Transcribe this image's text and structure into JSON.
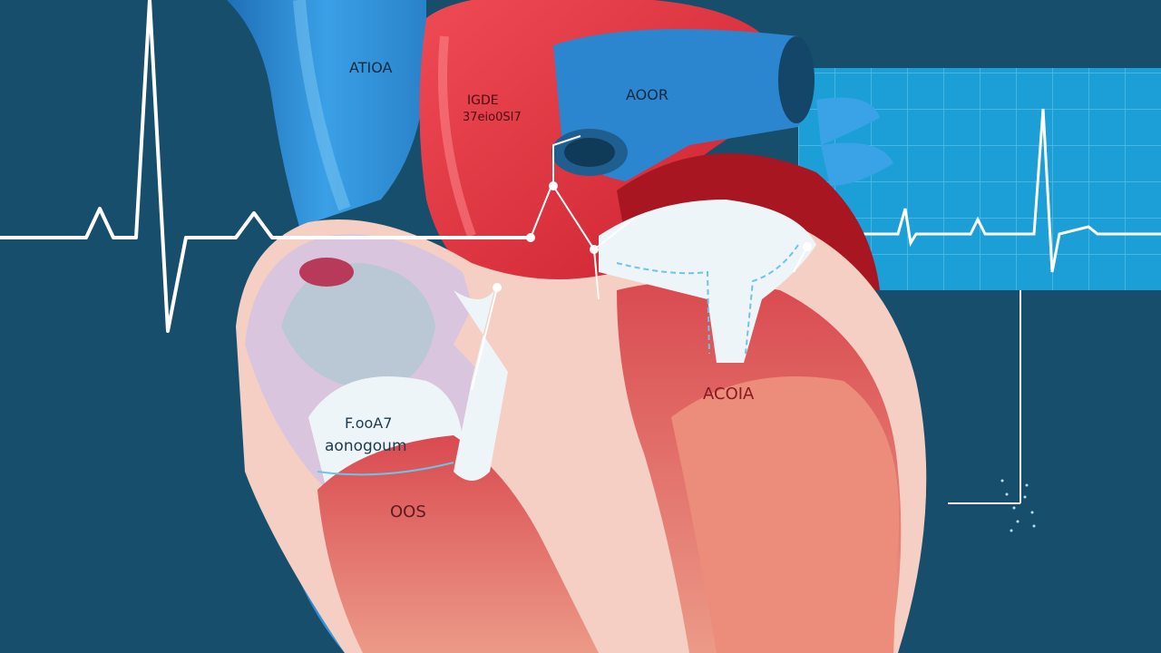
{
  "colors": {
    "background": "#174e6b",
    "vein_blue": "#2f8fd6",
    "artery_red": "#e2343f",
    "dark_red": "#a81622",
    "chamber_pink": "#e58a7a",
    "muscle_light": "#f6cfc4",
    "valve_white": "#eef5f8",
    "ecg_panel": "#1fa3d8",
    "line_white": "#ffffff"
  },
  "labels": {
    "top_vessel": "ATIOA",
    "right_vessel": "AOOR",
    "artery_tag_line1": "IGDE",
    "artery_tag_line2": "37eio0SI7",
    "ventricle_right": "ACOIA",
    "left_chamber_line1": "F.ooA7",
    "left_chamber_line2": "aonogoum",
    "bottom_chamber": "OOS"
  },
  "icons": [
    "ecg-waveform-icon",
    "heart-illustration",
    "ecg-grid-panel"
  ]
}
